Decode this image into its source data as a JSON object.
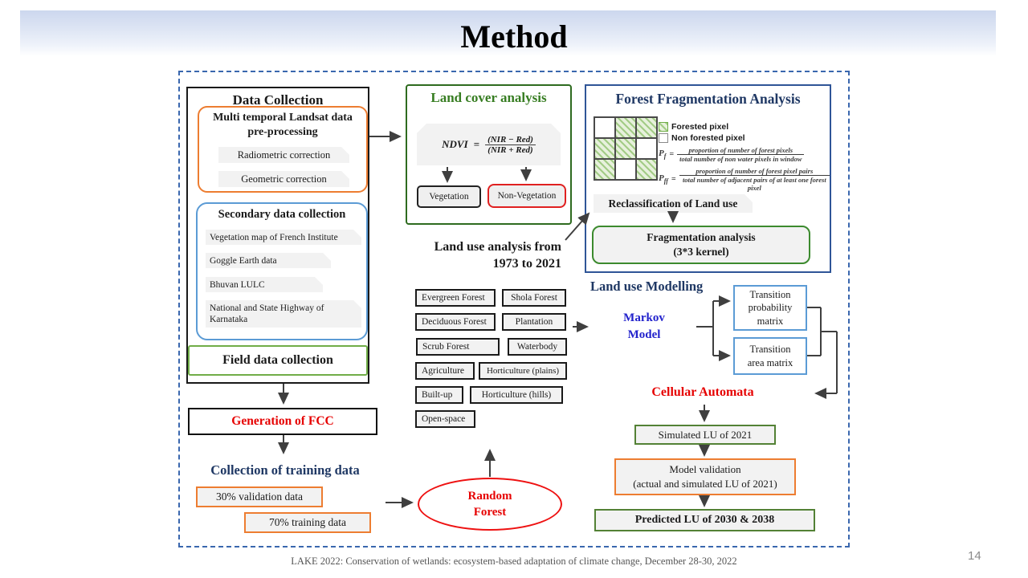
{
  "slide": {
    "title": "Method",
    "page_number": "14",
    "footer": "LAKE 2022: Conservation of wetlands: ecosystem-based adaptation of climate change,  December 28-30, 2022"
  },
  "colors": {
    "navy": "#1f3864",
    "orange": "#ed7d31",
    "dark_orange": "#c55a11",
    "light_blue": "#5b9bd5",
    "green": "#3c8a2e",
    "olive_green": "#538135",
    "field_green": "#70ad47",
    "red": "#e60000",
    "markov_blue": "#2222cc",
    "dashed_frame_blue": "#3a67ae"
  },
  "data_collection": {
    "title": "Data Collection",
    "landsat": {
      "title": "Multi temporal Landsat data pre-processing",
      "items": [
        "Radiometric correction",
        "Geometric correction"
      ]
    },
    "secondary": {
      "title": "Secondary data collection",
      "items": [
        "Vegetation map of French Institute",
        "Goggle Earth data",
        "Bhuvan LULC",
        "National and State Highway of Karnataka"
      ]
    },
    "field": "Field data collection"
  },
  "fcc_label": "Generation of FCC",
  "training_data": {
    "title": "Collection of training data",
    "items": [
      "30% validation data",
      "70% training data"
    ]
  },
  "random_forest": {
    "line1": "Random",
    "line2": "Forest"
  },
  "land_cover": {
    "title": "Land cover analysis",
    "formula_lhs": "NDVI",
    "formula_eq": "=",
    "formula_num": "(NIR − Red)",
    "formula_den": "(NIR + Red)",
    "vegetation": "Vegetation",
    "non_vegetation": "Non-Vegetation"
  },
  "land_use": {
    "title_line1": "Land use analysis from",
    "title_line2": "1973 to 2021",
    "categories": [
      "Evergreen Forest",
      "Shola Forest",
      "Deciduous Forest",
      "Plantation",
      "Scrub Forest",
      "Waterbody",
      "Agriculture",
      "Horticulture (plains)",
      "Built-up",
      "Horticulture (hills)",
      "Open-space"
    ]
  },
  "fragmentation": {
    "title": "Forest Fragmentation Analysis",
    "grid": [
      [
        0,
        1,
        1
      ],
      [
        1,
        1,
        0
      ],
      [
        1,
        0,
        1
      ]
    ],
    "legend_forested": "Forested pixel",
    "legend_non_forested": "Non forested pixel",
    "pf_letter": "P",
    "pf_sub": "f",
    "pf_eq": "=",
    "pf_num": "proportion of number of forest pixels",
    "pf_den": "total number of non water pixels in window",
    "pff_letter": "P",
    "pff_sub": "ff",
    "pff_eq": "=",
    "pff_num": "proportion of number of forest pixel pairs",
    "pff_den": "total number of adjacent pairs of at least one forest pixel",
    "reclassification": "Reclassification of Land use",
    "analysis_line1": "Fragmentation analysis",
    "analysis_line2": "(3*3 kernel)"
  },
  "modelling": {
    "title": "Land use Modelling",
    "markov_line1": "Markov",
    "markov_line2": "Model",
    "transition_probability": "Transition probability matrix",
    "transition_area": "Transition area matrix",
    "cellular_automata": "Cellular Automata",
    "simulated": "Simulated LU  of 2021",
    "validation_line1": "Model validation",
    "validation_line2": "(actual and simulated LU  of 2021)",
    "predicted": "Predicted LU of  2030 & 2038"
  }
}
